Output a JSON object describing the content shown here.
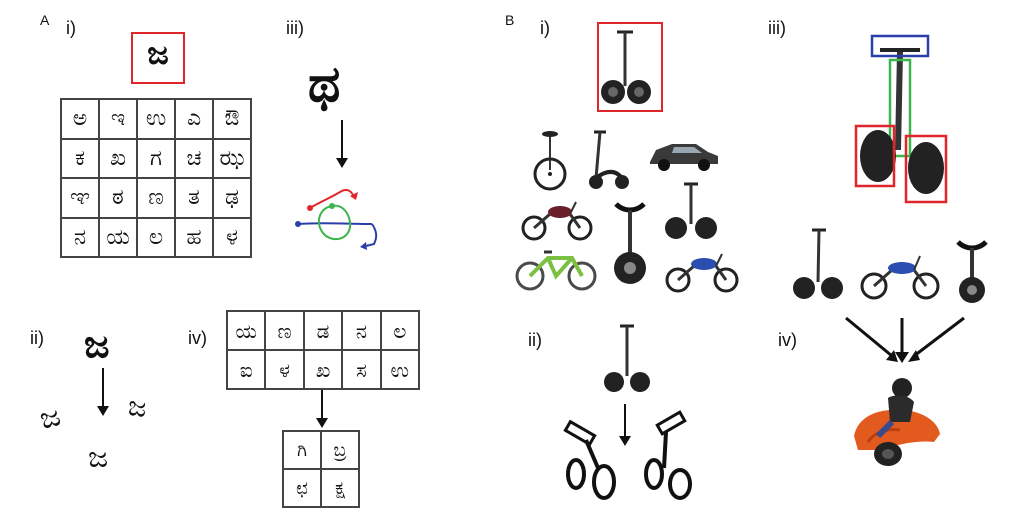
{
  "panel_a": {
    "label": "A",
    "i": {
      "label": "i)",
      "target": "ಜ",
      "grid": [
        "ಅ",
        "ಇ",
        "ಉ",
        "ಎ",
        "ಔ",
        "ಕ",
        "ಖ",
        "ಗ",
        "ಚ",
        "ಝ",
        "ಞ",
        "ಠ",
        "ಣ",
        "ತ",
        "ಢ",
        "ನ",
        "ಯ",
        "ಲ",
        "ಹ",
        "ಳ"
      ]
    },
    "ii": {
      "label": "ii)",
      "glyph": "ಜ",
      "variants": [
        "ಜ",
        "ಜ",
        "ಜ"
      ]
    },
    "iii": {
      "label": "iii)",
      "glyph": "ಥ"
    },
    "iv": {
      "label": "iv)",
      "grid": [
        "ಯ",
        "ಣ",
        "ಡ",
        "ನ",
        "ಲ",
        "ಐ",
        "ಳ",
        "ಖ",
        "ಸ",
        "ಉ"
      ],
      "result": [
        "ಗಿ",
        "ಬ್ರ",
        "ಛ",
        "ಕ್ಷ"
      ]
    }
  },
  "panel_b": {
    "label": "B",
    "i": {
      "label": "i)",
      "items": [
        "unicycle",
        "scooter",
        "car",
        "motorcycle",
        "unicycle",
        "segway",
        "bicycle",
        "motorcycle"
      ]
    },
    "ii": {
      "label": "ii)"
    },
    "iii": {
      "label": "iii)"
    },
    "iv": {
      "label": "iv)"
    }
  },
  "colors": {
    "red": "#e0262b",
    "green": "#3cb54a",
    "blue": "#2b3fa8"
  }
}
